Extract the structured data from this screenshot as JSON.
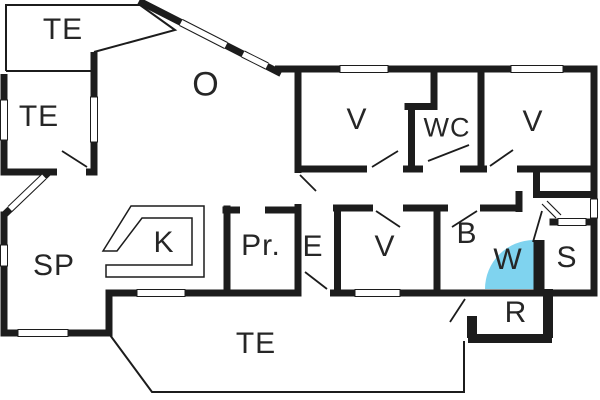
{
  "plan": {
    "type": "apartment-floor-plan",
    "colors": {
      "wall": "#1c1c1c",
      "background": "#ffffff",
      "highlight": "#7fd3ef",
      "label_text": "#262626",
      "thin_line": "#1c1c1c"
    },
    "rooms": [
      {
        "id": "te-top",
        "label": "TE"
      },
      {
        "id": "te-mid",
        "label": "TE"
      },
      {
        "id": "o",
        "label": "O"
      },
      {
        "id": "v-top-left",
        "label": "V"
      },
      {
        "id": "wc",
        "label": "WC"
      },
      {
        "id": "v-top-right",
        "label": "V"
      },
      {
        "id": "sp",
        "label": "SP"
      },
      {
        "id": "k",
        "label": "K"
      },
      {
        "id": "pr",
        "label": "Pr."
      },
      {
        "id": "e",
        "label": "E"
      },
      {
        "id": "v-mid",
        "label": "V"
      },
      {
        "id": "b",
        "label": "B"
      },
      {
        "id": "w",
        "label": "W"
      },
      {
        "id": "s",
        "label": "S"
      },
      {
        "id": "r",
        "label": "R"
      },
      {
        "id": "te-bottom",
        "label": "TE"
      }
    ]
  }
}
